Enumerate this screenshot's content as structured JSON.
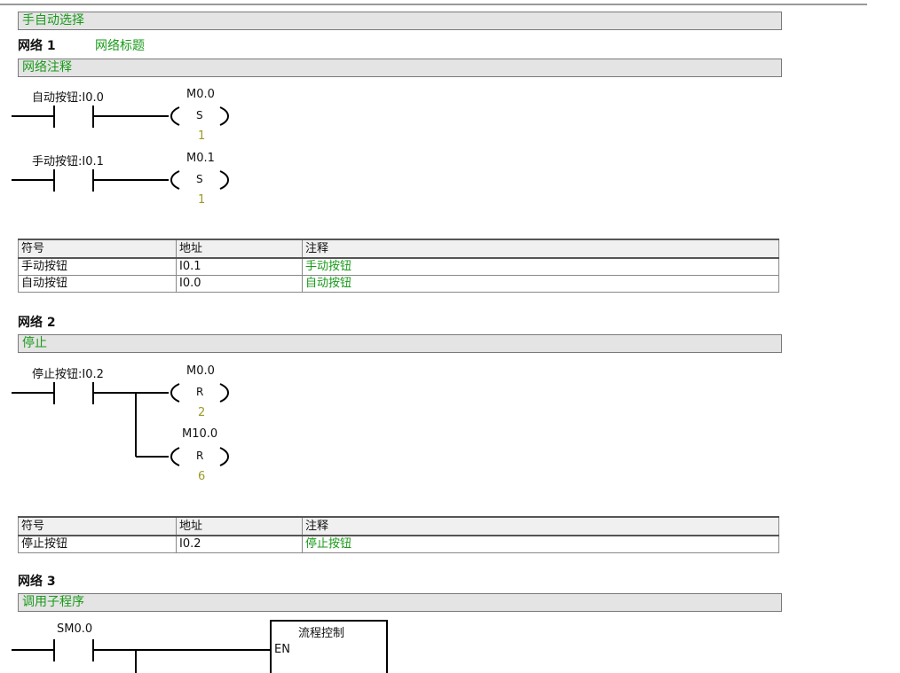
{
  "program_title": "手自动选择",
  "networks": [
    {
      "label": "网络 1",
      "title": "网络标题",
      "comment": "网络注释",
      "rungs": [
        {
          "contact": "自动按钮:I0.0",
          "coil_addr": "M0.0",
          "coil_type": "S",
          "coil_n": "1"
        },
        {
          "contact": "手动按钮:I0.1",
          "coil_addr": "M0.1",
          "coil_type": "S",
          "coil_n": "1"
        }
      ],
      "symbol_table": {
        "headers": [
          "符号",
          "地址",
          "注释"
        ],
        "rows": [
          [
            "手动按钮",
            "I0.1",
            "手动按钮"
          ],
          [
            "自动按钮",
            "I0.0",
            "自动按钮"
          ]
        ]
      }
    },
    {
      "label": "网络 2",
      "comment": "停止",
      "contact": "停止按钮:I0.2",
      "coils": [
        {
          "addr": "M0.0",
          "type": "R",
          "n": "2"
        },
        {
          "addr": "M10.0",
          "type": "R",
          "n": "6"
        }
      ],
      "symbol_table": {
        "headers": [
          "符号",
          "地址",
          "注释"
        ],
        "rows": [
          [
            "停止按钮",
            "I0.2",
            "停止按钮"
          ]
        ]
      }
    },
    {
      "label": "网络 3",
      "comment": "调用子程序",
      "contact": "SM0.0",
      "box_title": "流程控制",
      "box_input": "EN"
    }
  ]
}
